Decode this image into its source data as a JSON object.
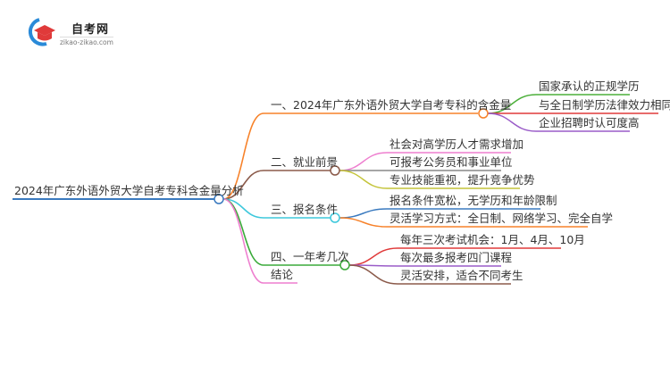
{
  "logo": {
    "title": "自考网",
    "url": "zikao-zikao.com"
  },
  "root": {
    "label": "2024年广东外语外贸大学自考专科含金量分析",
    "color": "#3a7abf"
  },
  "branches": [
    {
      "label": "一、2024年广东外语外贸大学自考专科的含金量",
      "color": "#f7822a",
      "children": [
        {
          "label": "国家承认的正规学历",
          "color": "#4caf3a"
        },
        {
          "label": "与全日制学历法律效力相同",
          "color": "#e03a3a"
        },
        {
          "label": "企业招聘时认可度高",
          "color": "#9a5cc8"
        }
      ]
    },
    {
      "label": "二、就业前景",
      "color": "#8b5a4a",
      "children": [
        {
          "label": "社会对高学历人才需求增加",
          "color": "#ee7fcf"
        },
        {
          "label": "可报考公务员和事业单位",
          "color": "#888888"
        },
        {
          "label": "专业技能重视，提升竞争优势",
          "color": "#c4c43a"
        }
      ]
    },
    {
      "label": "三、报名条件",
      "color": "#3ec8dc",
      "children": [
        {
          "label": "报名条件宽松，无学历和年龄限制",
          "color": "#3a7abf"
        },
        {
          "label": "灵活学习方式：全日制、网络学习、完全自学",
          "color": "#f7822a"
        }
      ]
    },
    {
      "label": "四、一年考几次",
      "color": "#3aaa3a",
      "children": [
        {
          "label": "每年三次考试机会：1月、4月、10月",
          "color": "#e03a3a"
        },
        {
          "label": "每次最多报考四门课程",
          "color": "#9a5cc8"
        },
        {
          "label": "灵活安排，适合不同考生",
          "color": "#8b5a4a"
        }
      ]
    },
    {
      "label": "结论",
      "color": "#ee7fcf",
      "children": []
    }
  ]
}
